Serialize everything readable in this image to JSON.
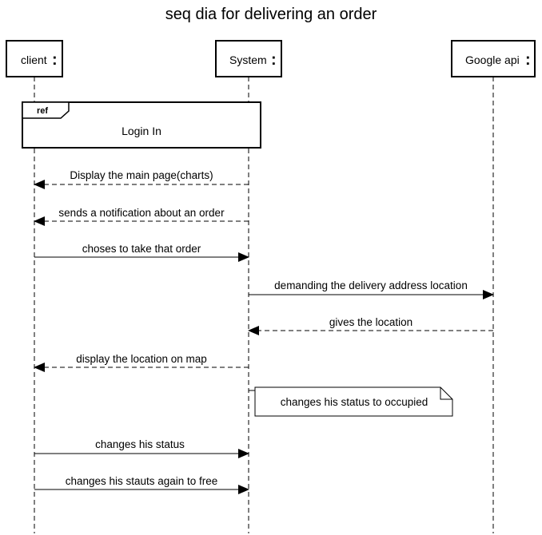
{
  "title": "seq dia for delivering an order",
  "participants": [
    {
      "id": "client",
      "label": "client"
    },
    {
      "id": "system",
      "label": "System"
    },
    {
      "id": "google",
      "label": "Google api"
    }
  ],
  "participant_suffix": ":",
  "ref_frame": {
    "tag": "ref",
    "label": "Login In"
  },
  "messages": [
    {
      "label": "Display the main page(charts)",
      "from": "system",
      "to": "client",
      "style": "dashed"
    },
    {
      "label": "sends a notification about an order",
      "from": "system",
      "to": "client",
      "style": "dashed"
    },
    {
      "label": "choses to take that order",
      "from": "client",
      "to": "system",
      "style": "solid"
    },
    {
      "label": "demanding the delivery address location",
      "from": "system",
      "to": "google",
      "style": "solid"
    },
    {
      "label": "gives the location",
      "from": "google",
      "to": "system",
      "style": "dashed"
    },
    {
      "label": "display the location on map",
      "from": "system",
      "to": "client",
      "style": "dashed"
    },
    {
      "label": "changes his status",
      "from": "client",
      "to": "system",
      "style": "solid"
    },
    {
      "label": "changes his stauts again to free",
      "from": "client",
      "to": "system",
      "style": "solid"
    }
  ],
  "note": {
    "label": "changes his status to occupied",
    "attached_to": "system"
  },
  "colors": {
    "stroke": "#000000",
    "background": "#ffffff"
  }
}
